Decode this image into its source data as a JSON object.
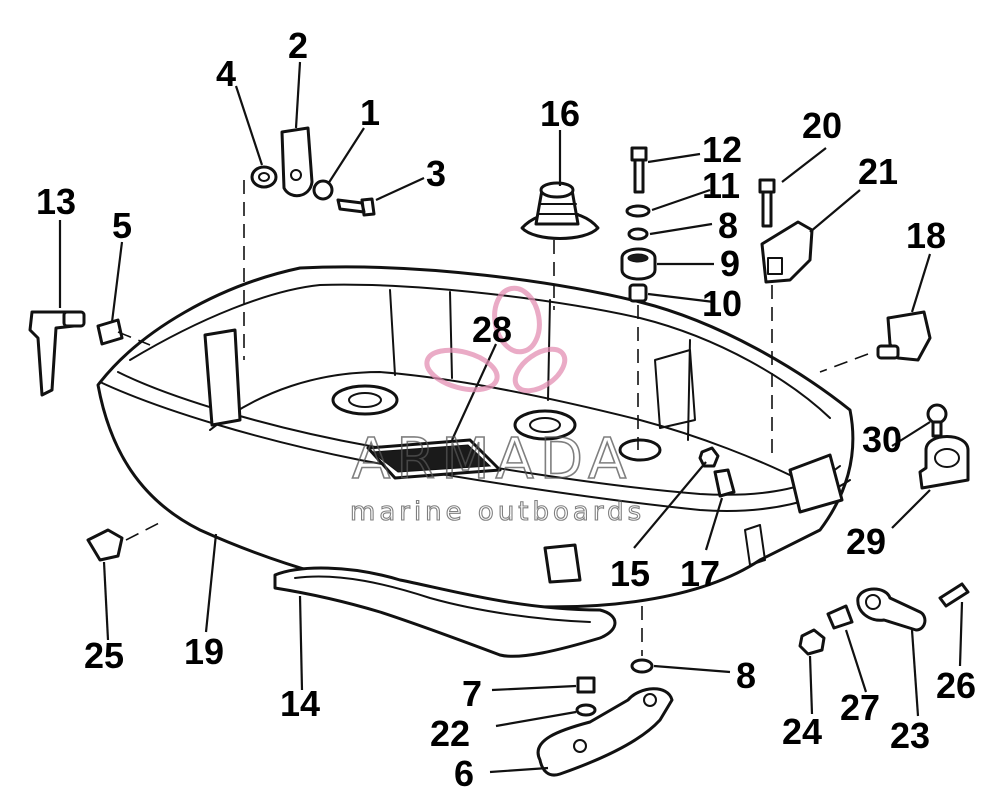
{
  "callouts": [
    {
      "id": "c1",
      "label": "1"
    },
    {
      "id": "c2",
      "label": "2"
    },
    {
      "id": "c3",
      "label": "3"
    },
    {
      "id": "c4",
      "label": "4"
    },
    {
      "id": "c5",
      "label": "5"
    },
    {
      "id": "c6",
      "label": "6"
    },
    {
      "id": "c7",
      "label": "7"
    },
    {
      "id": "c8a",
      "label": "8"
    },
    {
      "id": "c8b",
      "label": "8"
    },
    {
      "id": "c9",
      "label": "9"
    },
    {
      "id": "c10",
      "label": "10"
    },
    {
      "id": "c11",
      "label": "11"
    },
    {
      "id": "c12",
      "label": "12"
    },
    {
      "id": "c13",
      "label": "13"
    },
    {
      "id": "c14",
      "label": "14"
    },
    {
      "id": "c15",
      "label": "15"
    },
    {
      "id": "c16",
      "label": "16"
    },
    {
      "id": "c17",
      "label": "17"
    },
    {
      "id": "c18",
      "label": "18"
    },
    {
      "id": "c19",
      "label": "19"
    },
    {
      "id": "c20",
      "label": "20"
    },
    {
      "id": "c21",
      "label": "21"
    },
    {
      "id": "c22",
      "label": "22"
    },
    {
      "id": "c23",
      "label": "23"
    },
    {
      "id": "c24",
      "label": "24"
    },
    {
      "id": "c25",
      "label": "25"
    },
    {
      "id": "c26",
      "label": "26"
    },
    {
      "id": "c27",
      "label": "27"
    },
    {
      "id": "c28",
      "label": "28"
    },
    {
      "id": "c29",
      "label": "29"
    },
    {
      "id": "c30",
      "label": "30"
    }
  ],
  "watermark": {
    "brand": "ARMADA",
    "tagline": "marine outboards",
    "logo_color": "#e38fb3"
  }
}
